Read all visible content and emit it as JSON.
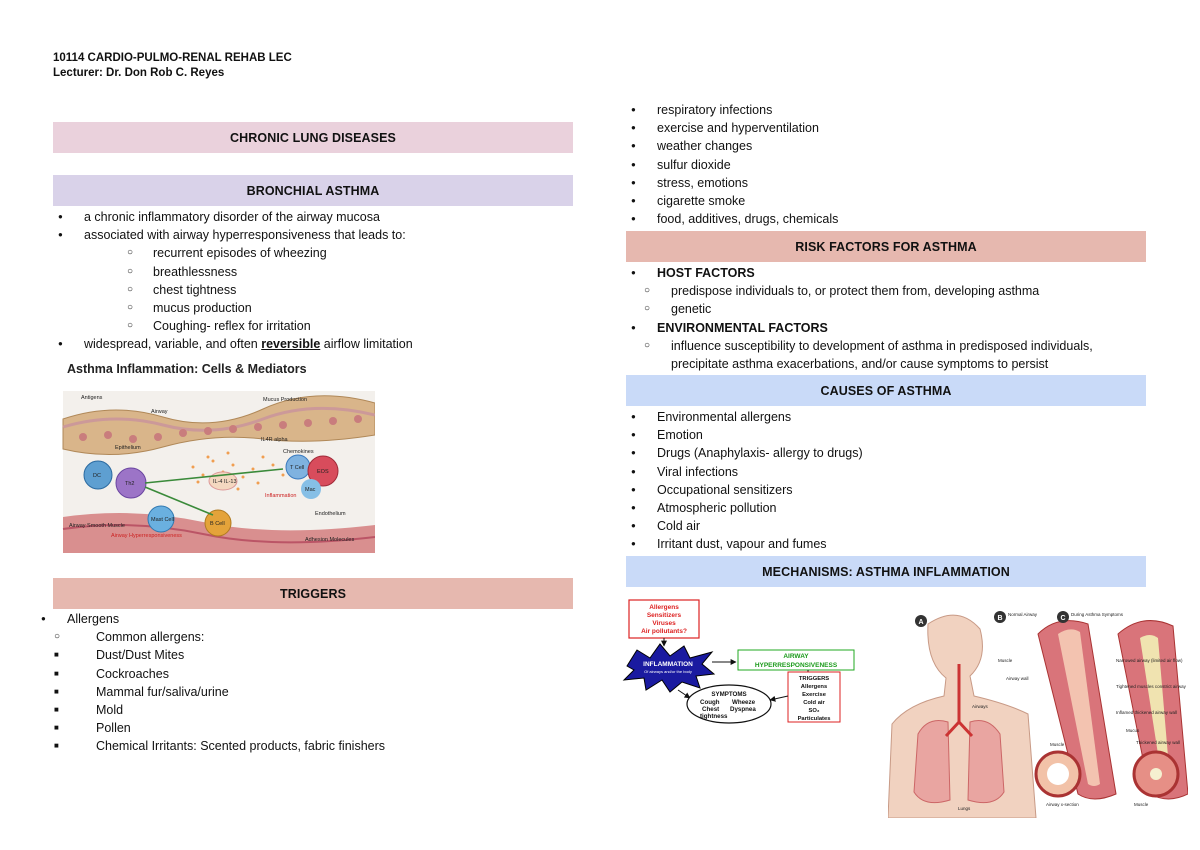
{
  "header": {
    "course": "10114 CARDIO-PULMO-RENAL REHAB LEC",
    "lecturer": "Lecturer: Dr. Don Rob C. Reyes"
  },
  "left": {
    "title_band": "CHRONIC LUNG DISEASES",
    "asthma_band": "BRONCHIAL ASTHMA",
    "asthma_points": {
      "p1": "a chronic inflammatory disorder of the airway mucosa",
      "p2": "associated with airway hyperresponsiveness that leads to:",
      "sub": [
        "recurrent episodes of wheezing",
        "breathlessness",
        "chest tightness",
        "mucus production",
        "Coughing- reflex for irritation"
      ],
      "p3_pre": "widespread, variable, and often ",
      "p3_em": "reversible",
      "p3_post": " airflow limitation"
    },
    "figure1": {
      "title": "Asthma Inflammation: Cells & Mediators",
      "labels": {
        "antigens": "Antigens",
        "airway": "Airway",
        "mucus": "Mucus Production",
        "epithelium": "Epithelium",
        "il4r": "IL4R alpha",
        "chemokines": "Chemokines",
        "dc": "DC",
        "th2": "Th2",
        "tcell": "T Cell",
        "eos": "EOS",
        "mac": "Mac",
        "il": "IL-4 IL-13",
        "inflammation": "Inflammation",
        "mastcell": "Mast Cell",
        "bcell": "B Cell",
        "endothelium": "Endothelium",
        "asm": "Airway Smooth Muscle",
        "ahr": "Airway Hyperresponsiveness",
        "adhesion": "Adhesion Molecules"
      }
    },
    "triggers_band": "TRIGGERS",
    "triggers": {
      "allergens": "Allergens",
      "common": "Common allergens:",
      "items": [
        "Dust/Dust Mites",
        "Cockroaches",
        "Mammal fur/saliva/urine",
        "Mold",
        "Pollen",
        "Chemical Irritants: Scented products, fabric finishers"
      ]
    }
  },
  "right": {
    "trigger_list": [
      "respiratory infections",
      "exercise and hyperventilation",
      "weather changes",
      "sulfur dioxide",
      "stress, emotions",
      "cigarette smoke",
      "food, additives, drugs, chemicals"
    ],
    "risk_band": "RISK FACTORS FOR ASTHMA",
    "risk": {
      "host": "HOST FACTORS",
      "host_sub": [
        "predispose individuals to, or protect them from, developing asthma",
        "genetic"
      ],
      "env": "ENVIRONMENTAL FACTORS",
      "env_sub": "influence susceptibility to development of asthma in predisposed individuals, precipitate asthma exacerbations, and/or cause symptoms to persist"
    },
    "causes_band": "CAUSES OF ASTHMA",
    "causes": [
      "Environmental allergens",
      "Emotion",
      "Drugs (Anaphylaxis- allergy to drugs)",
      "Viral infections",
      "Occupational sensitizers",
      "Atmospheric pollution",
      "Cold air",
      "Irritant dust, vapour and fumes"
    ],
    "mech_band": "MECHANISMS:  ASTHMA INFLAMMATION",
    "flow": {
      "allergens": [
        "Allergens",
        "Sensitizers",
        "Viruses",
        "Air pollutants?"
      ],
      "inflammation": "INFLAMMATION",
      "inflammation_sub": "Of airways and/or the body",
      "ahr": [
        "AIRWAY",
        "HYPERRESPONSIVENESS"
      ],
      "triggers": [
        "TRIGGERS",
        "Allergens",
        "Exercise",
        "Cold air",
        "SO₂",
        "Particulates"
      ],
      "symptoms": "SYMPTOMS",
      "symptoms_items": [
        "Cough",
        "Wheeze",
        "Chest",
        "Dyspnea",
        "tightness"
      ]
    },
    "anatomy": {
      "a": "A",
      "b": "B",
      "c": "C",
      "normal": "Normal Airway",
      "during": "During Asthma Symptoms",
      "muscle": "Muscle",
      "airway_wall": "Airway wall",
      "airways": "Airways",
      "lungs": "Lungs",
      "narrowed": "Narrowed airway (limited air flow)",
      "tightened": "Tightened muscles constrict airway",
      "inflamed": "Inflamed thickened airway wall",
      "mucus": "Mucus",
      "thickened": "Thickened airway wall",
      "cross": "Airway x-section"
    }
  }
}
